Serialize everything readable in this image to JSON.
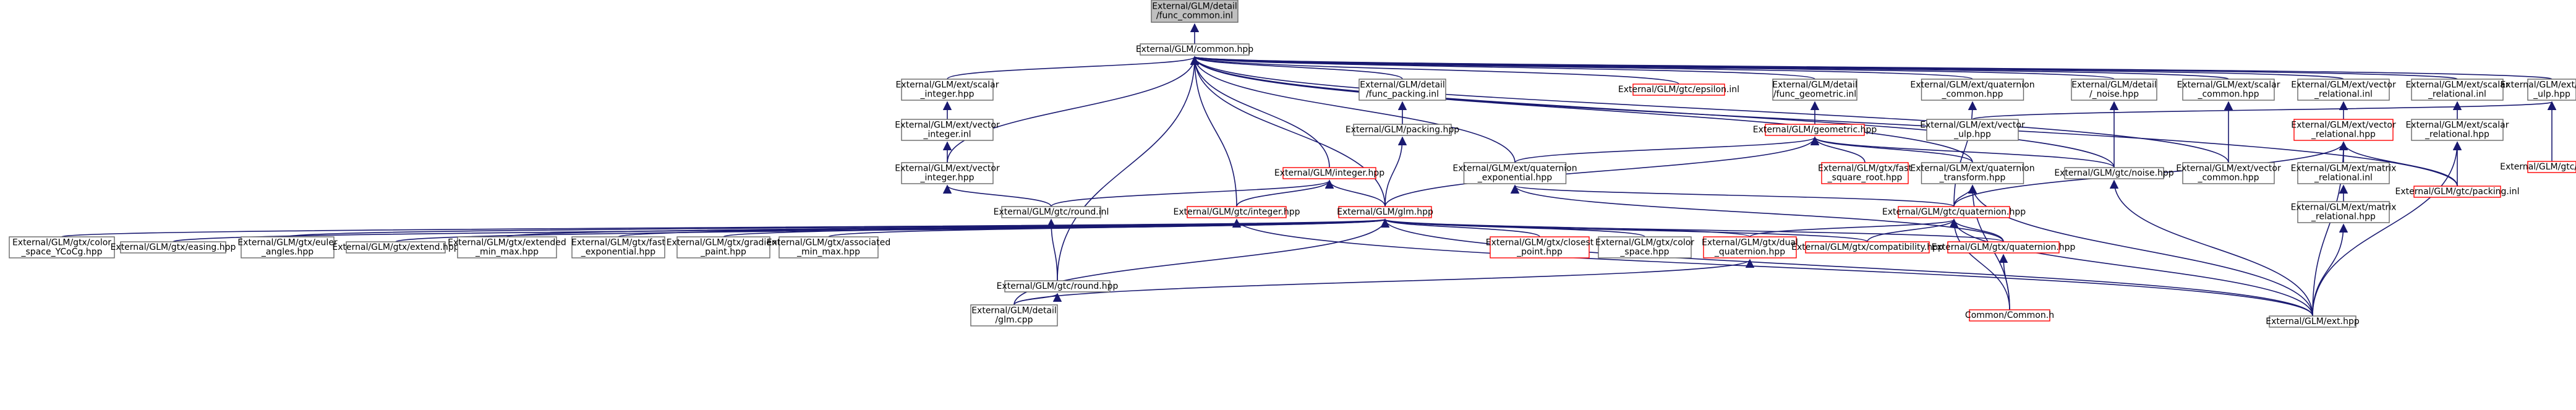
{
  "diagram": {
    "nodes": [
      {
        "id": "root",
        "lines": [
          "External/GLM/detail",
          "/func_common.inl"
        ],
        "style": "root"
      },
      {
        "id": "common",
        "lines": [
          "External/GLM/common.hpp"
        ],
        "style": "normal"
      },
      {
        "id": "func_packing",
        "lines": [
          "External/GLM/detail",
          "/func_packing.inl"
        ],
        "style": "normal"
      },
      {
        "id": "func_geometric",
        "lines": [
          "External/GLM/detail",
          "/func_geometric.inl"
        ],
        "style": "normal"
      },
      {
        "id": "quat_common",
        "lines": [
          "External/GLM/ext/quaternion",
          "_common.hpp"
        ],
        "style": "normal"
      },
      {
        "id": "detail_noise",
        "lines": [
          "External/GLM/detail",
          "/_noise.hpp"
        ],
        "style": "normal"
      },
      {
        "id": "scalar_common",
        "lines": [
          "External/GLM/ext/scalar",
          "_common.hpp"
        ],
        "style": "normal"
      },
      {
        "id": "vector_relational_inl",
        "lines": [
          "External/GLM/ext/vector",
          "_relational.inl"
        ],
        "style": "normal"
      },
      {
        "id": "scalar_relational_inl",
        "lines": [
          "External/GLM/ext/scalar",
          "_relational.inl"
        ],
        "style": "normal"
      },
      {
        "id": "scalar_ulp",
        "lines": [
          "External/GLM/ext/scalar",
          "_ulp.hpp"
        ],
        "style": "normal"
      },
      {
        "id": "gtc_epsilon",
        "lines": [
          "External/GLM/gtc/epsilon.inl"
        ],
        "style": "red"
      },
      {
        "id": "scalar_integer",
        "lines": [
          "External/GLM/ext/scalar",
          "_integer.hpp"
        ],
        "style": "normal"
      },
      {
        "id": "packing",
        "lines": [
          "External/GLM/packing.hpp"
        ],
        "style": "normal"
      },
      {
        "id": "geometric",
        "lines": [
          "External/GLM/geometric.hpp"
        ],
        "style": "red"
      },
      {
        "id": "vector_common",
        "lines": [
          "External/GLM/ext/vector",
          "_common.hpp"
        ],
        "style": "normal"
      },
      {
        "id": "vector_relational_hpp",
        "lines": [
          "External/GLM/ext/vector",
          "_relational.hpp"
        ],
        "style": "red"
      },
      {
        "id": "scalar_relational_hpp",
        "lines": [
          "External/GLM/ext/scalar",
          "_relational.hpp"
        ],
        "style": "normal"
      },
      {
        "id": "gtc_ulp",
        "lines": [
          "External/GLM/gtc/ulp.inl"
        ],
        "style": "red"
      },
      {
        "id": "vector_ulp",
        "lines": [
          "External/GLM/ext/vector",
          "_ulp.hpp"
        ],
        "style": "normal"
      },
      {
        "id": "vector_integer_inl",
        "lines": [
          "External/GLM/ext/vector",
          "_integer.inl"
        ],
        "style": "normal"
      },
      {
        "id": "quat_exponential",
        "lines": [
          "External/GLM/ext/quaternion",
          "_exponential.hpp"
        ],
        "style": "normal"
      },
      {
        "id": "fast_square_root",
        "lines": [
          "External/GLM/gtx/fast",
          "_square_root.hpp"
        ],
        "style": "red"
      },
      {
        "id": "quat_transform",
        "lines": [
          "External/GLM/ext/quaternion",
          "_transform.hpp"
        ],
        "style": "normal"
      },
      {
        "id": "gtc_noise",
        "lines": [
          "External/GLM/gtc/noise.hpp"
        ],
        "style": "normal"
      },
      {
        "id": "matrix_relational_inl",
        "lines": [
          "External/GLM/ext/matrix",
          "_relational.inl"
        ],
        "style": "normal"
      },
      {
        "id": "gtc_packing",
        "lines": [
          "External/GLM/gtc/packing.inl"
        ],
        "style": "red"
      },
      {
        "id": "integer",
        "lines": [
          "External/GLM/integer.hpp"
        ],
        "style": "red"
      },
      {
        "id": "vector_integer_hpp",
        "lines": [
          "External/GLM/ext/vector",
          "_integer.hpp"
        ],
        "style": "normal"
      },
      {
        "id": "glm",
        "lines": [
          "External/GLM/glm.hpp"
        ],
        "style": "red"
      },
      {
        "id": "gtc_quaternion",
        "lines": [
          "External/GLM/gtc/quaternion.hpp"
        ],
        "style": "red"
      },
      {
        "id": "matrix_relational_hpp",
        "lines": [
          "External/GLM/ext/matrix",
          "_relational.hpp"
        ],
        "style": "normal"
      },
      {
        "id": "gtc_integer",
        "lines": [
          "External/GLM/gtc/integer.hpp"
        ],
        "style": "red"
      },
      {
        "id": "gtc_round_inl",
        "lines": [
          "External/GLM/gtc/round.inl"
        ],
        "style": "normal"
      },
      {
        "id": "color_space_ycocg",
        "lines": [
          "External/GLM/gtx/color",
          "_space_YCoCg.hpp"
        ],
        "style": "normal"
      },
      {
        "id": "easing",
        "lines": [
          "External/GLM/gtx/easing.hpp"
        ],
        "style": "normal"
      },
      {
        "id": "euler_angles",
        "lines": [
          "External/GLM/gtx/euler",
          "_angles.hpp"
        ],
        "style": "normal"
      },
      {
        "id": "extend",
        "lines": [
          "External/GLM/gtx/extend.hpp"
        ],
        "style": "normal"
      },
      {
        "id": "extended_min_max",
        "lines": [
          "External/GLM/gtx/extended",
          "_min_max.hpp"
        ],
        "style": "normal"
      },
      {
        "id": "fast_exponential",
        "lines": [
          "External/GLM/gtx/fast",
          "_exponential.hpp"
        ],
        "style": "normal"
      },
      {
        "id": "gradient_paint",
        "lines": [
          "External/GLM/gtx/gradient",
          "_paint.hpp"
        ],
        "style": "normal"
      },
      {
        "id": "associated_min_max",
        "lines": [
          "External/GLM/gtx/associated",
          "_min_max.hpp"
        ],
        "style": "normal"
      },
      {
        "id": "closest_point",
        "lines": [
          "External/GLM/gtx/closest",
          "_point.hpp"
        ],
        "style": "red"
      },
      {
        "id": "color_space",
        "lines": [
          "External/GLM/gtx/color",
          "_space.hpp"
        ],
        "style": "normal"
      },
      {
        "id": "dual_quaternion",
        "lines": [
          "External/GLM/gtx/dual",
          "_quaternion.hpp"
        ],
        "style": "red"
      },
      {
        "id": "compatibility",
        "lines": [
          "External/GLM/gtx/compatibility.hpp"
        ],
        "style": "red"
      },
      {
        "id": "gtx_quaternion",
        "lines": [
          "External/GLM/gtx/quaternion.hpp"
        ],
        "style": "red"
      },
      {
        "id": "gtc_round_hpp",
        "lines": [
          "External/GLM/gtc/round.hpp"
        ],
        "style": "normal"
      },
      {
        "id": "glm_cpp",
        "lines": [
          "External/GLM/detail",
          "/glm.cpp"
        ],
        "style": "normal"
      },
      {
        "id": "common_h",
        "lines": [
          "Common/Common.h"
        ],
        "style": "red"
      },
      {
        "id": "ext",
        "lines": [
          "External/GLM/ext.hpp"
        ],
        "style": "normal"
      }
    ],
    "edges": [
      [
        "common",
        "root"
      ],
      [
        "func_packing",
        "common"
      ],
      [
        "func_geometric",
        "common"
      ],
      [
        "quat_common",
        "common"
      ],
      [
        "detail_noise",
        "common"
      ],
      [
        "scalar_common",
        "common"
      ],
      [
        "vector_relational_inl",
        "common"
      ],
      [
        "scalar_relational_inl",
        "common"
      ],
      [
        "scalar_ulp",
        "common"
      ],
      [
        "gtc_epsilon",
        "common"
      ],
      [
        "scalar_integer",
        "common"
      ],
      [
        "glm",
        "common"
      ],
      [
        "quat_exponential",
        "common"
      ],
      [
        "quat_transform",
        "common"
      ],
      [
        "gtc_noise",
        "common"
      ],
      [
        "vector_common",
        "common"
      ],
      [
        "gtc_packing",
        "common"
      ],
      [
        "integer",
        "common"
      ],
      [
        "vector_integer_hpp",
        "common"
      ],
      [
        "gtc_round_hpp",
        "common"
      ],
      [
        "packing",
        "func_packing"
      ],
      [
        "glm",
        "packing"
      ],
      [
        "geometric",
        "func_geometric"
      ],
      [
        "glm",
        "geometric"
      ],
      [
        "fast_square_root",
        "geometric"
      ],
      [
        "quat_exponential",
        "geometric"
      ],
      [
        "quat_transform",
        "geometric"
      ],
      [
        "gtc_noise",
        "geometric"
      ],
      [
        "gtc_quaternion",
        "quat_common"
      ],
      [
        "gtc_noise",
        "detail_noise"
      ],
      [
        "ext",
        "gtc_noise"
      ],
      [
        "vector_common",
        "scalar_common"
      ],
      [
        "vector_relational_hpp",
        "vector_relational_inl"
      ],
      [
        "gtc_quaternion",
        "vector_relational_hpp"
      ],
      [
        "matrix_relational_inl",
        "vector_relational_hpp"
      ],
      [
        "gtc_packing",
        "vector_relational_hpp"
      ],
      [
        "ext",
        "vector_relational_hpp"
      ],
      [
        "scalar_relational_hpp",
        "scalar_relational_inl"
      ],
      [
        "gtc_packing",
        "scalar_relational_hpp"
      ],
      [
        "ext",
        "scalar_relational_hpp"
      ],
      [
        "gtc_ulp",
        "scalar_ulp"
      ],
      [
        "vector_ulp",
        "scalar_ulp"
      ],
      [
        "vector_integer_inl",
        "scalar_integer"
      ],
      [
        "vector_integer_hpp",
        "vector_integer_inl"
      ],
      [
        "gtc_round_inl",
        "vector_integer_hpp"
      ],
      [
        "gtc_round_hpp",
        "gtc_round_inl"
      ],
      [
        "gtc_round_inl",
        "integer"
      ],
      [
        "gtc_integer",
        "integer"
      ],
      [
        "glm",
        "integer"
      ],
      [
        "gtc_integer",
        "common"
      ],
      [
        "ext",
        "gtc_integer"
      ],
      [
        "matrix_relational_hpp",
        "matrix_relational_inl"
      ],
      [
        "ext",
        "matrix_relational_hpp"
      ],
      [
        "gtc_quaternion",
        "quat_exponential"
      ],
      [
        "gtc_quaternion",
        "quat_transform"
      ],
      [
        "common_h",
        "quat_transform"
      ],
      [
        "ext",
        "quat_transform"
      ],
      [
        "gtx_quaternion",
        "quat_exponential"
      ],
      [
        "color_space_ycocg",
        "glm"
      ],
      [
        "easing",
        "glm"
      ],
      [
        "euler_angles",
        "glm"
      ],
      [
        "extend",
        "glm"
      ],
      [
        "extended_min_max",
        "glm"
      ],
      [
        "fast_exponential",
        "glm"
      ],
      [
        "gradient_paint",
        "glm"
      ],
      [
        "associated_min_max",
        "glm"
      ],
      [
        "closest_point",
        "glm"
      ],
      [
        "color_space",
        "glm"
      ],
      [
        "dual_quaternion",
        "glm"
      ],
      [
        "compatibility",
        "glm"
      ],
      [
        "gtx_quaternion",
        "glm"
      ],
      [
        "glm_cpp",
        "glm"
      ],
      [
        "ext",
        "glm"
      ],
      [
        "dual_quaternion",
        "gtc_quaternion"
      ],
      [
        "compatibility",
        "gtc_quaternion"
      ],
      [
        "gtx_quaternion",
        "gtc_quaternion"
      ],
      [
        "ext",
        "gtc_quaternion"
      ],
      [
        "common_h",
        "gtc_quaternion"
      ],
      [
        "common_h",
        "gtx_quaternion"
      ],
      [
        "glm_cpp",
        "dual_quaternion"
      ],
      [
        "glm_cpp",
        "gtc_round_hpp"
      ]
    ]
  }
}
